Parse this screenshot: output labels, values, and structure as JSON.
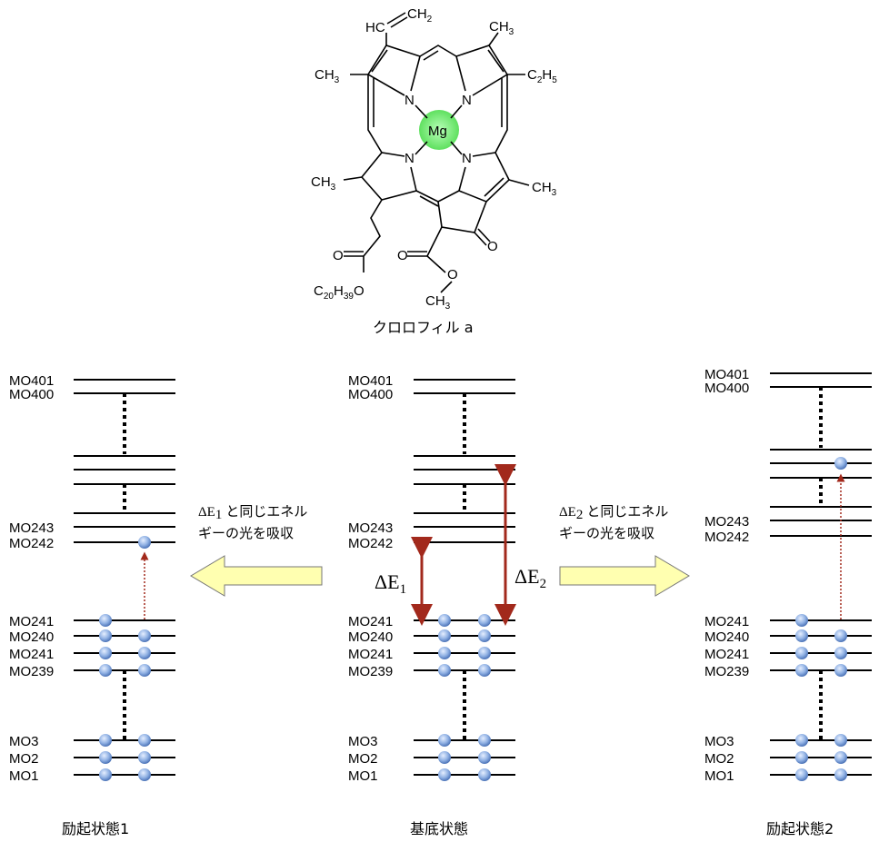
{
  "molecule": {
    "name": "クロロフィル a",
    "metal": "Mg",
    "nitrogen": "N",
    "substituents": {
      "vinyl_top": "HC",
      "vinyl_end": "CH",
      "vinyl_end_sub": "2",
      "methyl": "CH",
      "methyl_sub": "3",
      "ethyl_c": "C",
      "ethyl_sub1": "2",
      "ethyl_h": "H",
      "ethyl_sub2": "5",
      "phytyl_c": "C",
      "phytyl_sub1": "20",
      "phytyl_h": "H",
      "phytyl_sub2": "39",
      "oxygen": "O"
    },
    "metal_color": "#7ee87e"
  },
  "energy_diagrams": {
    "panels": [
      {
        "caption": "励起状態1",
        "levels": [
          "MO401",
          "MO400",
          "MO243",
          "MO242",
          "MO241",
          "MO240",
          "MO241",
          "MO239",
          "MO3",
          "MO2",
          "MO1"
        ],
        "occupied": "MO242 ← MO241"
      },
      {
        "caption": "基底状態",
        "levels": [
          "MO401",
          "MO400",
          "MO243",
          "MO242",
          "MO241",
          "MO240",
          "MO241",
          "MO239",
          "MO3",
          "MO2",
          "MO1"
        ]
      },
      {
        "caption": "励起状態2",
        "levels": [
          "MO401",
          "MO400",
          "MO243",
          "MO242",
          "MO241",
          "MO240",
          "MO241",
          "MO239",
          "MO3",
          "MO2",
          "MO1"
        ]
      }
    ],
    "transitions": {
      "left_delta": "ΔE",
      "left_sub": "1",
      "right_delta": "ΔE",
      "right_sub": "2",
      "left_text_line1_suffix": "と同じエネル",
      "left_text_line2": "ギーの光を吸収",
      "right_text_line1_suffix": "と同じエネル",
      "right_text_line2": "ギーの光を吸収"
    },
    "colors": {
      "electron": "#8fb0e3",
      "transition_arrow": "#a2291c",
      "big_arrow_fill": "#ffffb0",
      "big_arrow_stroke": "#777777"
    }
  }
}
